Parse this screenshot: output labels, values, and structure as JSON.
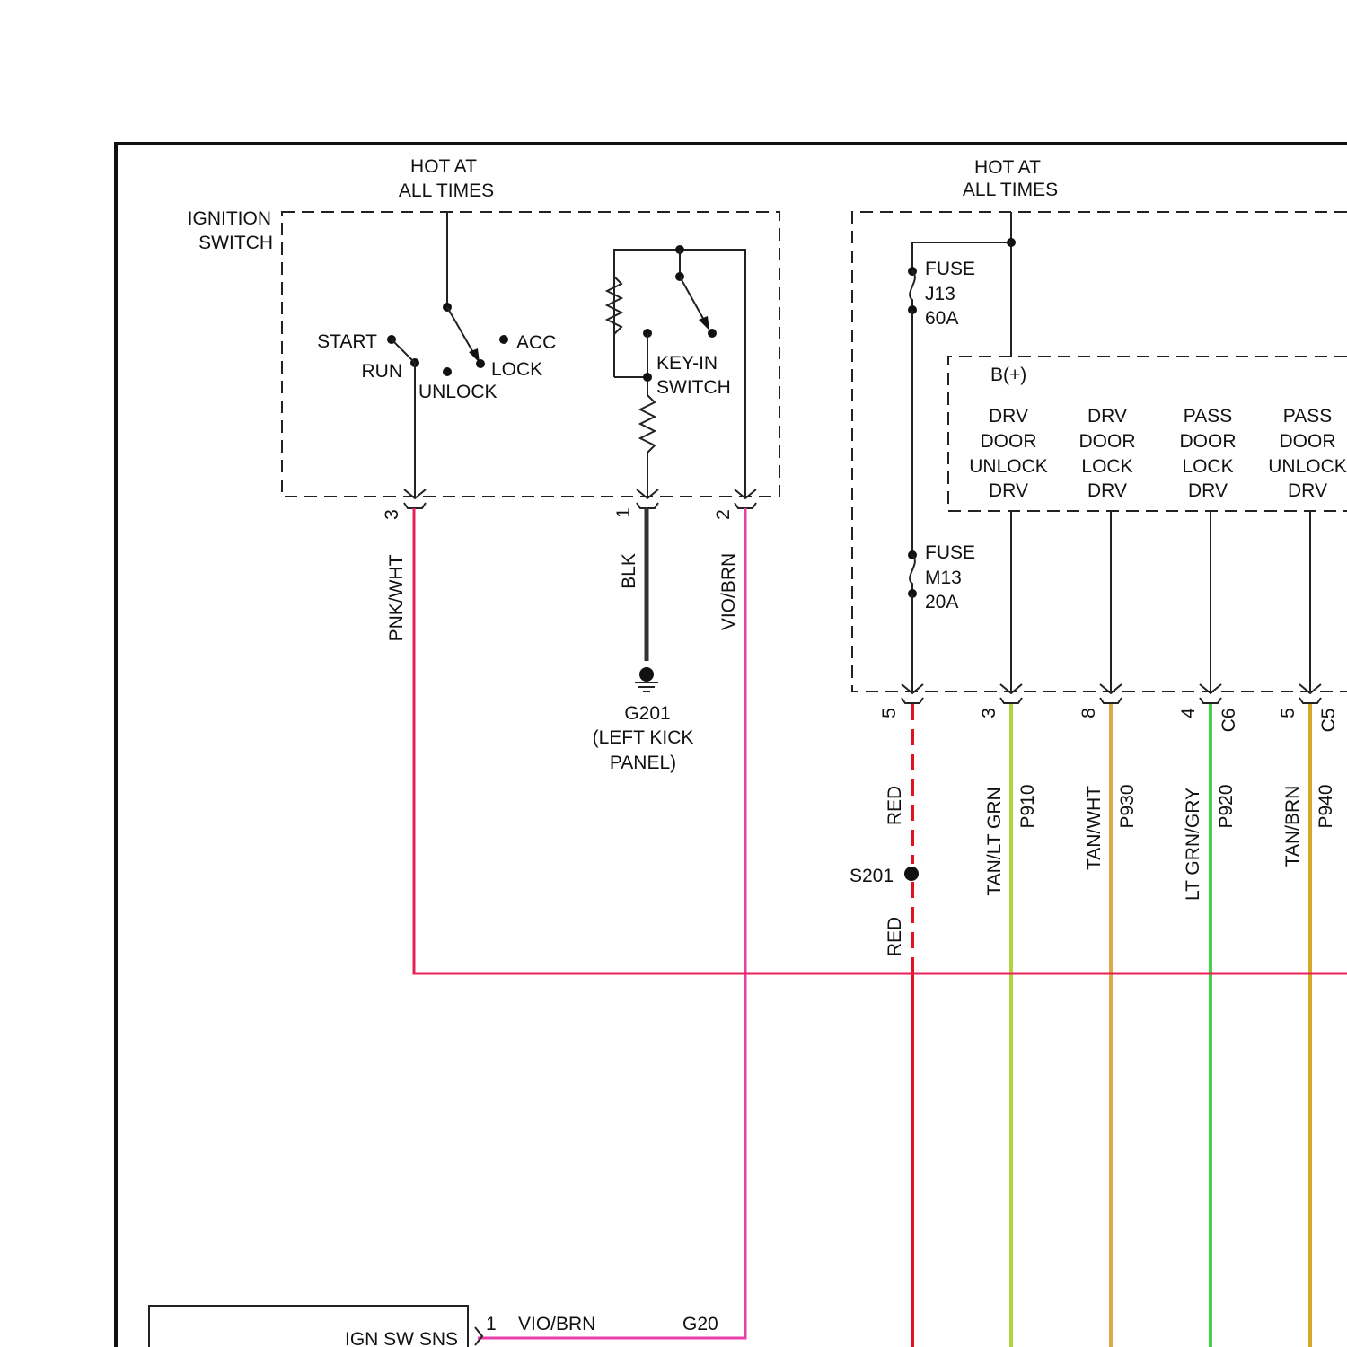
{
  "ignition_switch": {
    "label_line1": "IGNITION",
    "label_line2": "SWITCH",
    "hot_line1": "HOT AT",
    "hot_line2": "ALL TIMES",
    "positions": {
      "start": "START",
      "run": "RUN",
      "unlock": "UNLOCK",
      "lock": "LOCK",
      "acc": "ACC"
    },
    "keyin_line1": "KEY-IN",
    "keyin_line2": "SWITCH",
    "pins": {
      "p3": "3",
      "p1": "1",
      "p2": "2"
    }
  },
  "wires": {
    "pnk_wht": "PNK/WHT",
    "blk": "BLK",
    "vio_brn": "VIO/BRN",
    "red_upper": "RED",
    "red_lower": "RED",
    "tan_ltgrn": "TAN/LT GRN",
    "tan_wht": "TAN/WHT",
    "ltgrn_gry": "LT GRN/GRY",
    "tan_brn": "TAN/BRN"
  },
  "ground": {
    "id": "G201",
    "loc_line1": "(LEFT KICK",
    "loc_line2": "PANEL)"
  },
  "module": {
    "hot_line1": "HOT AT",
    "hot_line2": "ALL TIMES",
    "fuse_j13": {
      "l1": "FUSE",
      "l2": "J13",
      "l3": "60A"
    },
    "fuse_m13": {
      "l1": "FUSE",
      "l2": "M13",
      "l3": "20A"
    },
    "bplus": "B(+)",
    "outputs": [
      {
        "l1": "DRV",
        "l2": "DOOR",
        "l3": "UNLOCK",
        "l4": "DRV"
      },
      {
        "l1": "DRV",
        "l2": "DOOR",
        "l3": "LOCK",
        "l4": "DRV"
      },
      {
        "l1": "PASS",
        "l2": "DOOR",
        "l3": "LOCK",
        "l4": "DRV"
      },
      {
        "l1": "PASS",
        "l2": "DOOR",
        "l3": "UNLOCK",
        "l4": "DRV"
      }
    ],
    "pins": {
      "red": "5",
      "p910": "3",
      "p930": "8",
      "p920": "4",
      "p940": "5"
    },
    "connectors": {
      "c6": "C6",
      "c5": "C5"
    },
    "circuits": {
      "p910": "P910",
      "p930": "P930",
      "p920": "P920",
      "p940": "P940"
    }
  },
  "splice": "S201",
  "bottom_module": {
    "label": "IGN SW SNS",
    "pin": "1",
    "wire": "VIO/BRN",
    "circuit": "G20"
  },
  "colors": {
    "pnk_wht": "#e8205a",
    "vio_brn": "#e83ea8",
    "red": "#e0141e",
    "tan_ltgrn": "#b4d23c",
    "tan_wht": "#dcaa46",
    "ltgrn_gry": "#46d246",
    "tan_brn": "#d2aa28",
    "blk": "#333333"
  }
}
